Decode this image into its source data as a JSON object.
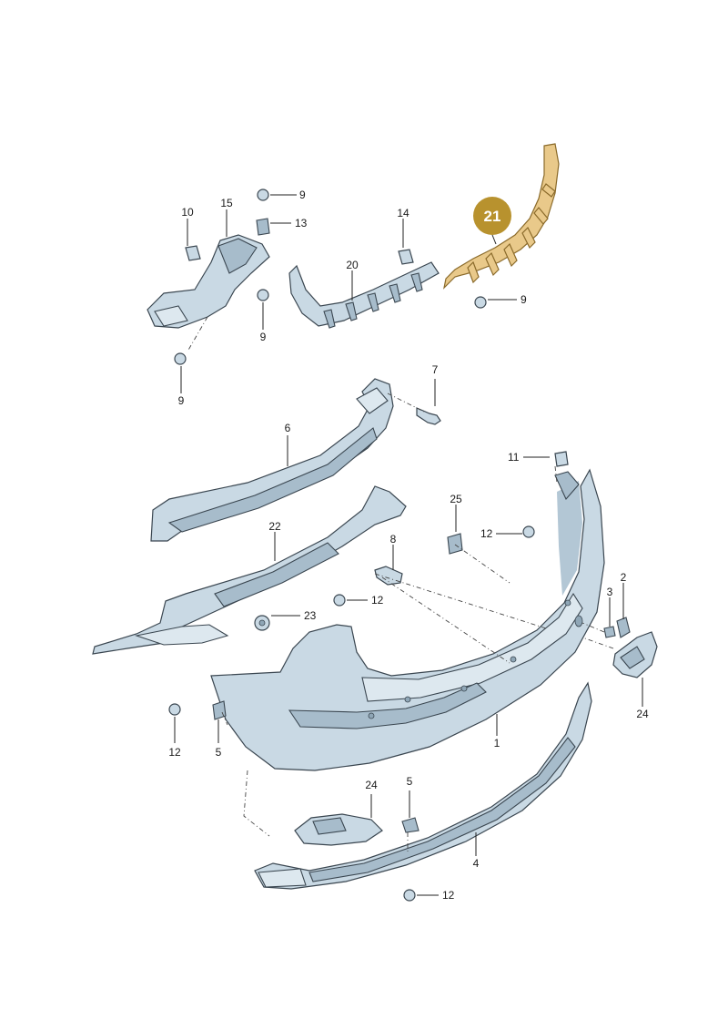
{
  "callouts": {
    "n1": "1",
    "n2": "2",
    "n3": "3",
    "n4": "4",
    "n5a": "5",
    "n5b": "5",
    "n6": "6",
    "n7": "7",
    "n8": "8",
    "n9a": "9",
    "n9b": "9",
    "n9c": "9",
    "n9d": "9",
    "n10": "10",
    "n11": "11",
    "n12a": "12",
    "n12b": "12",
    "n12c": "12",
    "n12d": "12",
    "n13": "13",
    "n14": "14",
    "n15": "15",
    "n20": "20",
    "n21": "21",
    "n22": "22",
    "n23": "23",
    "n24a": "24",
    "n24b": "24",
    "n25": "25"
  },
  "colors": {
    "part": "#c9d9e4",
    "highlight": "#e9c98a",
    "badge": "#b8922e"
  }
}
